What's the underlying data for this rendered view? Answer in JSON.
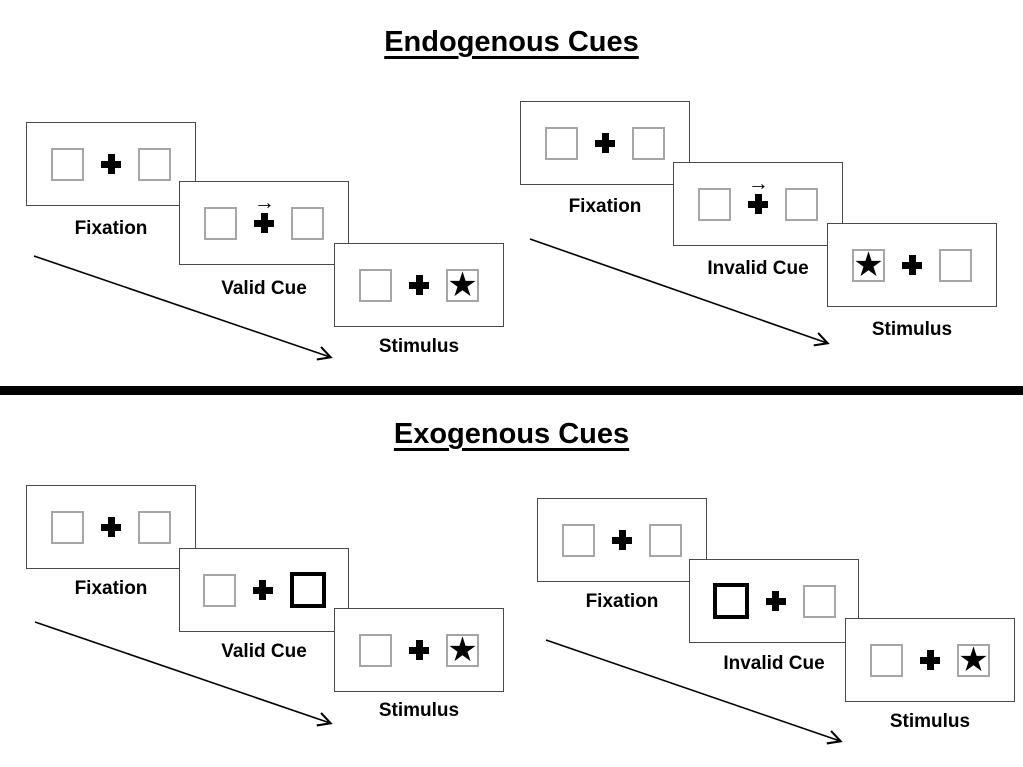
{
  "colors": {
    "ink": "#000000",
    "screen_border": "#4a4a4a",
    "placeholder_border": "#a6a6a6",
    "background": "#ffffff"
  },
  "icons": {
    "fixation_cross": "✚",
    "star": "★",
    "cue_arrow": "→",
    "timeline_arrow": "↘"
  },
  "sections": [
    {
      "title": "Endogenous Cues",
      "panels": [
        {
          "name": "valid",
          "screens": [
            {
              "label": "Fixation",
              "left_box": "",
              "right_box": "",
              "cue_arrow": ""
            },
            {
              "label": "Valid Cue",
              "left_box": "",
              "right_box": "",
              "cue_arrow": "→"
            },
            {
              "label": "Stimulus",
              "left_box": "",
              "right_box": "★",
              "cue_arrow": ""
            }
          ]
        },
        {
          "name": "invalid",
          "screens": [
            {
              "label": "Fixation",
              "left_box": "",
              "right_box": "",
              "cue_arrow": ""
            },
            {
              "label": "Invalid Cue",
              "left_box": "",
              "right_box": "",
              "cue_arrow": "→"
            },
            {
              "label": "Stimulus",
              "left_box": "★",
              "right_box": "",
              "cue_arrow": ""
            }
          ]
        }
      ]
    },
    {
      "title": "Exogenous Cues",
      "panels": [
        {
          "name": "valid",
          "screens": [
            {
              "label": "Fixation",
              "left_box": "",
              "right_box": "",
              "cue_arrow": ""
            },
            {
              "label": "Valid Cue",
              "left_box": "",
              "right_box": "",
              "cue_arrow": ""
            },
            {
              "label": "Stimulus",
              "left_box": "",
              "right_box": "★",
              "cue_arrow": ""
            }
          ]
        },
        {
          "name": "invalid",
          "screens": [
            {
              "label": "Fixation",
              "left_box": "",
              "right_box": "",
              "cue_arrow": ""
            },
            {
              "label": "Invalid Cue",
              "left_box": "",
              "right_box": "",
              "cue_arrow": ""
            },
            {
              "label": "Stimulus",
              "left_box": "",
              "right_box": "★",
              "cue_arrow": ""
            }
          ]
        }
      ]
    }
  ]
}
